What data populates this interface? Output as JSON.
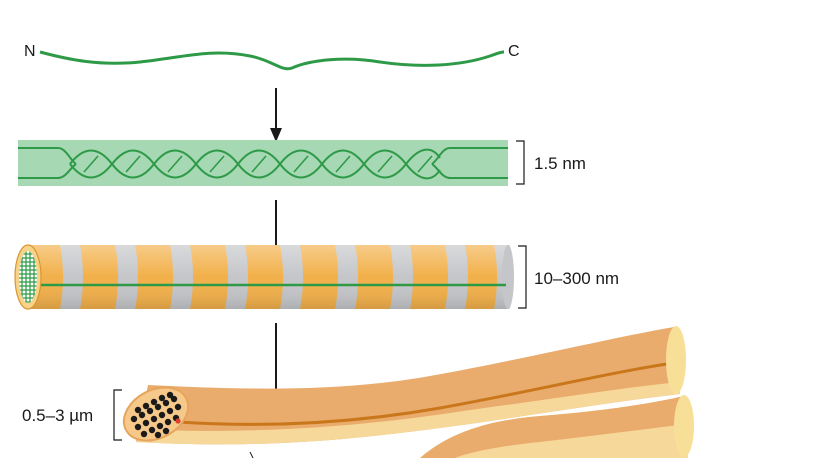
{
  "protein_chain": {
    "n_label": "N",
    "c_label": "C"
  },
  "triple_helix": {
    "dimension": "1.5 nm"
  },
  "fibril": {
    "dimension": "10–300 nm"
  },
  "fiber": {
    "dimension": "0.5–3 µm"
  },
  "colors": {
    "chain_green": "#2e9a47",
    "helix_fill": "#a6d8b4",
    "fibril_orange": "#f2b04a",
    "fibril_gray": "#c4c6c9",
    "fiber_outer": "#e9ac6d",
    "fiber_inner": "#f8df98",
    "fiber_stripe": "#c9771a",
    "arrow": "#1a1a1a"
  }
}
